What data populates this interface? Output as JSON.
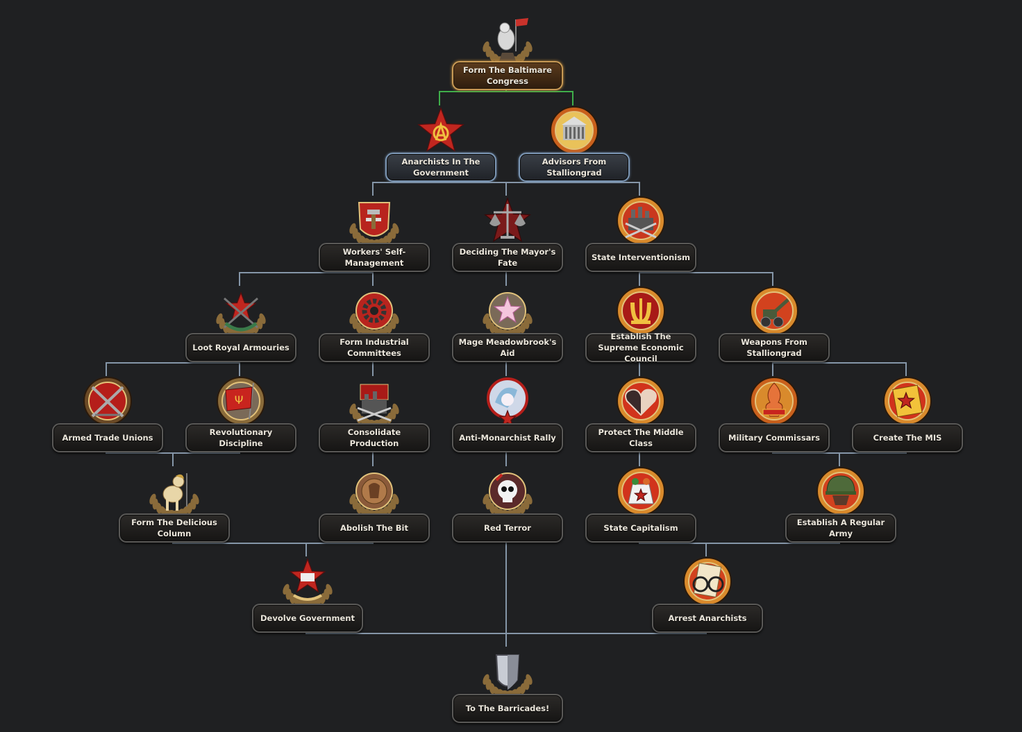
{
  "colors": {
    "background": "#1f2022",
    "line_default": "#8596a8",
    "line_completed": "#3fae4a",
    "label_text": "#ece7dc"
  },
  "focuses": [
    {
      "id": "form-the-baltimare-congress",
      "label": "Form The Baltimare Congress",
      "icon": "pony-flag-statue-icon",
      "state": "completed"
    },
    {
      "id": "anarchists-in-the-government",
      "label": "Anarchists In The Government",
      "icon": "anarchist-star-icon",
      "state": "available"
    },
    {
      "id": "advisors-from-stalliongrad",
      "label": "Advisors From Stalliongrad",
      "icon": "government-building-icon",
      "state": "available"
    },
    {
      "id": "workers-self-management",
      "label": "Workers' Self-Management",
      "icon": "hammer-shield-icon",
      "state": "locked"
    },
    {
      "id": "deciding-the-mayors-fate",
      "label": "Deciding The Mayor's Fate",
      "icon": "scales-of-justice-icon",
      "state": "locked"
    },
    {
      "id": "state-interventionism",
      "label": "State Interventionism",
      "icon": "factory-guns-icon",
      "state": "locked"
    },
    {
      "id": "loot-royal-armouries",
      "label": "Loot Royal Armouries",
      "icon": "star-crossed-rifles-icon",
      "state": "locked"
    },
    {
      "id": "form-industrial-committees",
      "label": "Form Industrial Committees",
      "icon": "gear-icon",
      "state": "locked"
    },
    {
      "id": "mage-meadowbrooks-aid",
      "label": "Mage Meadowbrook's Aid",
      "icon": "magic-star-icon",
      "state": "locked"
    },
    {
      "id": "establish-the-supreme-economic-council",
      "label": "Establish The Supreme Economic Council",
      "icon": "horseshoe-emblem-icon",
      "state": "locked"
    },
    {
      "id": "weapons-from-stalliongrad",
      "label": "Weapons From Stalliongrad",
      "icon": "artillery-icon",
      "state": "locked"
    },
    {
      "id": "armed-trade-unions",
      "label": "Armed Trade Unions",
      "icon": "crossed-rifles-icon",
      "state": "locked"
    },
    {
      "id": "revolutionary-discipline",
      "label": "Revolutionary Discipline",
      "icon": "red-banner-icon",
      "state": "locked"
    },
    {
      "id": "consolidate-production",
      "label": "Consolidate Production",
      "icon": "industry-icon",
      "state": "locked"
    },
    {
      "id": "anti-monarchist-rally",
      "label": "Anti-Monarchist Rally",
      "icon": "pony-portrait-icon",
      "state": "locked"
    },
    {
      "id": "protect-the-middle-class",
      "label": "Protect The Middle Class",
      "icon": "heart-icon",
      "state": "locked"
    },
    {
      "id": "military-commissars",
      "label": "Military Commissars",
      "icon": "commissar-emblem-icon",
      "state": "locked"
    },
    {
      "id": "create-the-mis",
      "label": "Create The MIS",
      "icon": "red-star-folder-icon",
      "state": "locked"
    },
    {
      "id": "form-the-delicious-column",
      "label": "Form The Delicious Column",
      "icon": "pony-soldier-icon",
      "state": "locked"
    },
    {
      "id": "abolish-the-bit",
      "label": "Abolish The Bit",
      "icon": "coin-icon",
      "state": "locked"
    },
    {
      "id": "red-terror",
      "label": "Red Terror",
      "icon": "skull-icon",
      "state": "locked"
    },
    {
      "id": "state-capitalism",
      "label": "State Capitalism",
      "icon": "money-bag-icon",
      "state": "locked"
    },
    {
      "id": "establish-a-regular-army",
      "label": "Establish A Regular Army",
      "icon": "soldier-helmet-icon",
      "state": "locked"
    },
    {
      "id": "devolve-government",
      "label": "Devolve Government",
      "icon": "red-star-building-icon",
      "state": "locked"
    },
    {
      "id": "arrest-anarchists",
      "label": "Arrest Anarchists",
      "icon": "glasses-notepad-icon",
      "state": "locked"
    },
    {
      "id": "to-the-barricades",
      "label": "To The Barricades!",
      "icon": "shield-icon",
      "state": "locked"
    }
  ],
  "links": [
    [
      "form-the-baltimare-congress",
      "anarchists-in-the-government"
    ],
    [
      "form-the-baltimare-congress",
      "advisors-from-stalliongrad"
    ],
    [
      "anarchists-in-the-government",
      "workers-self-management"
    ],
    [
      "anarchists-in-the-government",
      "deciding-the-mayors-fate"
    ],
    [
      "advisors-from-stalliongrad",
      "deciding-the-mayors-fate"
    ],
    [
      "advisors-from-stalliongrad",
      "state-interventionism"
    ],
    [
      "workers-self-management",
      "loot-royal-armouries"
    ],
    [
      "workers-self-management",
      "form-industrial-committees"
    ],
    [
      "deciding-the-mayors-fate",
      "mage-meadowbrooks-aid"
    ],
    [
      "state-interventionism",
      "establish-the-supreme-economic-council"
    ],
    [
      "state-interventionism",
      "weapons-from-stalliongrad"
    ],
    [
      "loot-royal-armouries",
      "armed-trade-unions"
    ],
    [
      "loot-royal-armouries",
      "revolutionary-discipline"
    ],
    [
      "form-industrial-committees",
      "consolidate-production"
    ],
    [
      "mage-meadowbrooks-aid",
      "anti-monarchist-rally"
    ],
    [
      "establish-the-supreme-economic-council",
      "protect-the-middle-class"
    ],
    [
      "weapons-from-stalliongrad",
      "military-commissars"
    ],
    [
      "weapons-from-stalliongrad",
      "create-the-mis"
    ],
    [
      "armed-trade-unions",
      "form-the-delicious-column"
    ],
    [
      "revolutionary-discipline",
      "form-the-delicious-column"
    ],
    [
      "consolidate-production",
      "abolish-the-bit"
    ],
    [
      "anti-monarchist-rally",
      "red-terror"
    ],
    [
      "protect-the-middle-class",
      "state-capitalism"
    ],
    [
      "military-commissars",
      "establish-a-regular-army"
    ],
    [
      "create-the-mis",
      "establish-a-regular-army"
    ],
    [
      "form-the-delicious-column",
      "devolve-government"
    ],
    [
      "abolish-the-bit",
      "devolve-government"
    ],
    [
      "state-capitalism",
      "arrest-anarchists"
    ],
    [
      "establish-a-regular-army",
      "arrest-anarchists"
    ],
    [
      "devolve-government",
      "to-the-barricades"
    ],
    [
      "red-terror",
      "to-the-barricades"
    ],
    [
      "arrest-anarchists",
      "to-the-barricades"
    ]
  ]
}
